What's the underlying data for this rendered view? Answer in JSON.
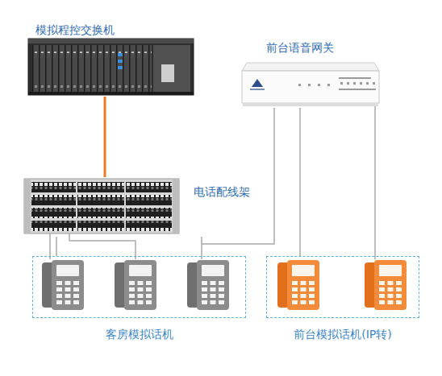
{
  "diagram": {
    "nodes": [
      {
        "text": [
          "模拟程控交换机"
        ]
      },
      {
        "text": [
          "前台语音网关"
        ]
      },
      {
        "text": [
          "电话配线架"
        ]
      },
      {
        "text": [
          "客房模拟话机"
        ]
      },
      {
        "text": [
          "前台模拟话机(IP转)"
        ]
      }
    ],
    "edges": [
      {
        "from": 0,
        "to": 2,
        "arrow": "none"
      },
      {
        "from": 2,
        "to": 3,
        "arrow": "none"
      },
      {
        "from": 1,
        "to": 2,
        "arrow": "none"
      },
      {
        "from": 1,
        "to": 4,
        "arrow": "none"
      }
    ]
  }
}
